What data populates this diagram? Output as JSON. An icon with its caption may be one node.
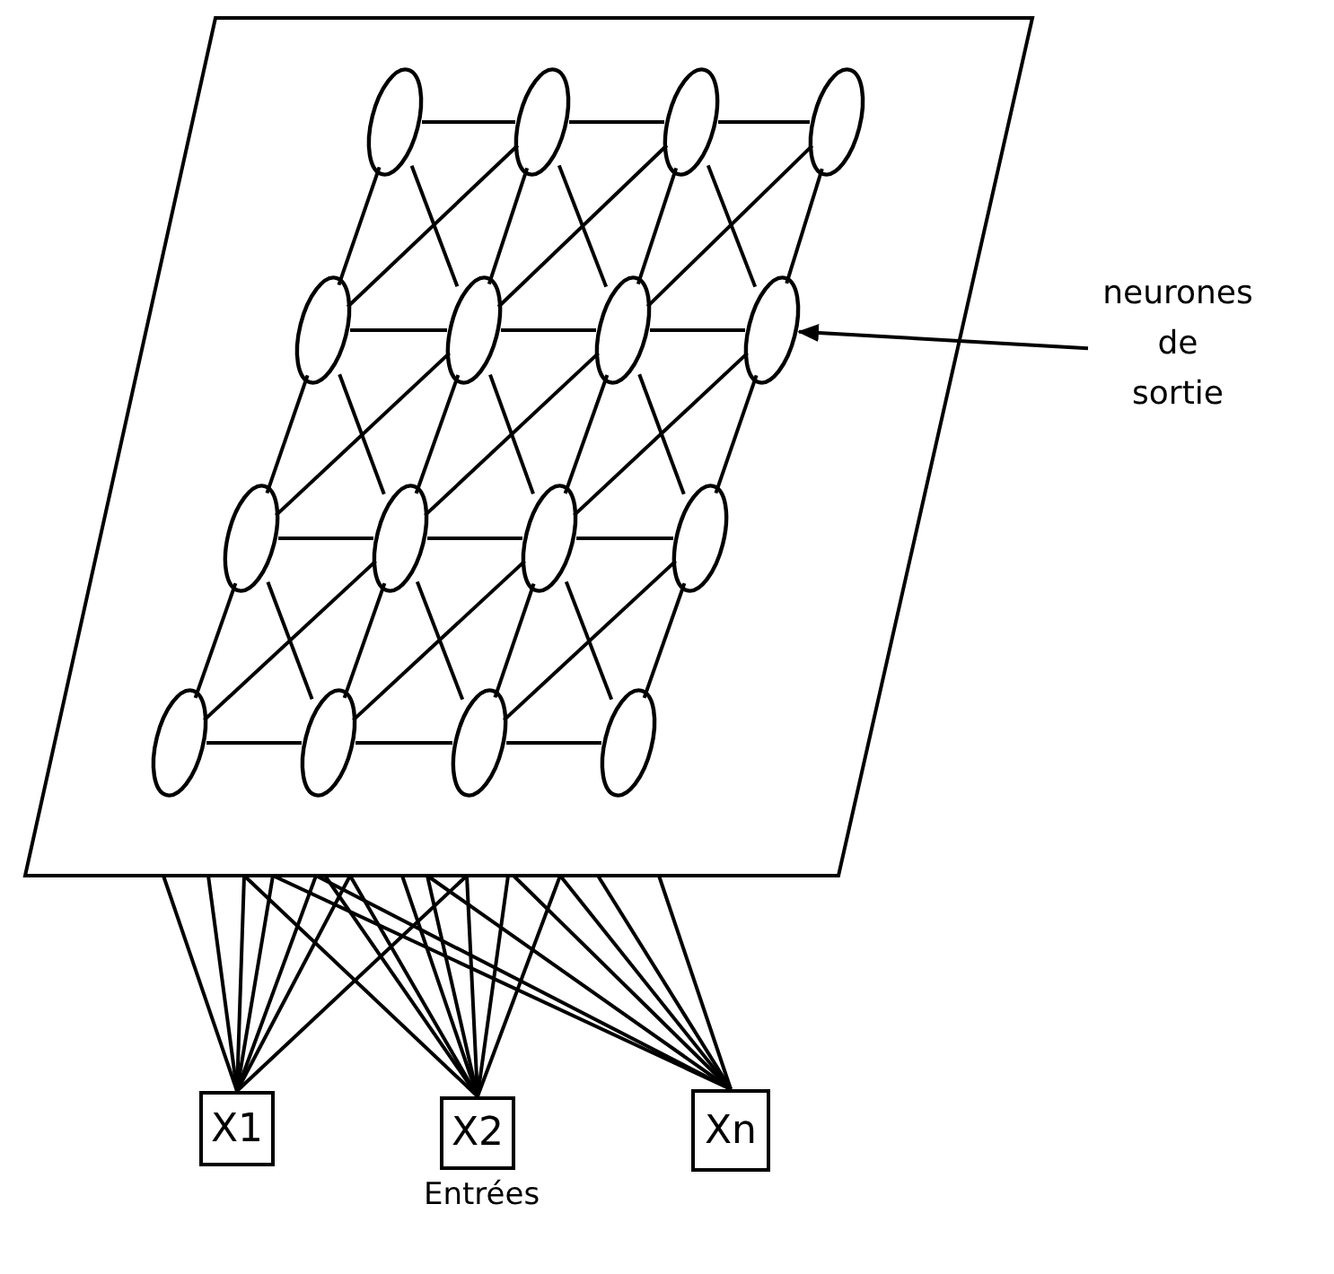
{
  "diagram": {
    "nodes": [
      {
        "text": [],
        "shape": "parallelogram"
      },
      {
        "text": [],
        "shape": "ellipse",
        "in": 0
      },
      {
        "text": [],
        "shape": "ellipse",
        "in": 0
      },
      {
        "text": [],
        "shape": "ellipse",
        "in": 0
      },
      {
        "text": [],
        "shape": "ellipse",
        "in": 0
      },
      {
        "text": [],
        "shape": "ellipse",
        "in": 0
      },
      {
        "text": [],
        "shape": "ellipse",
        "in": 0
      },
      {
        "text": [],
        "shape": "ellipse",
        "in": 0
      },
      {
        "text": [],
        "shape": "ellipse",
        "in": 0
      },
      {
        "text": [],
        "shape": "ellipse",
        "in": 0
      },
      {
        "text": [],
        "shape": "ellipse",
        "in": 0
      },
      {
        "text": [],
        "shape": "ellipse",
        "in": 0
      },
      {
        "text": [],
        "shape": "ellipse",
        "in": 0
      },
      {
        "text": [],
        "shape": "ellipse",
        "in": 0
      },
      {
        "text": [],
        "shape": "ellipse",
        "in": 0
      },
      {
        "text": [],
        "shape": "ellipse",
        "in": 0
      },
      {
        "text": [],
        "shape": "ellipse",
        "in": 0
      },
      {
        "text": [
          "neurones de sortie"
        ]
      },
      {
        "text": [
          "X1"
        ]
      },
      {
        "text": [
          "X2"
        ]
      },
      {
        "text": [
          "Xn"
        ]
      }
    ],
    "edges": [
      {
        "from": 1,
        "to": 2,
        "arrow": "none"
      },
      {
        "from": 2,
        "to": 3,
        "arrow": "none"
      },
      {
        "from": 3,
        "to": 4,
        "arrow": "none"
      },
      {
        "from": 5,
        "to": 6,
        "arrow": "none"
      },
      {
        "from": 6,
        "to": 7,
        "arrow": "none"
      },
      {
        "from": 7,
        "to": 8,
        "arrow": "none"
      },
      {
        "from": 9,
        "to": 10,
        "arrow": "none"
      },
      {
        "from": 10,
        "to": 11,
        "arrow": "none"
      },
      {
        "from": 11,
        "to": 12,
        "arrow": "none"
      },
      {
        "from": 13,
        "to": 14,
        "arrow": "none"
      },
      {
        "from": 14,
        "to": 15,
        "arrow": "none"
      },
      {
        "from": 15,
        "to": 16,
        "arrow": "none"
      },
      {
        "from": 1,
        "to": 5,
        "arrow": "none"
      },
      {
        "from": 2,
        "to": 6,
        "arrow": "none"
      },
      {
        "from": 3,
        "to": 7,
        "arrow": "none"
      },
      {
        "from": 4,
        "to": 8,
        "arrow": "none"
      },
      {
        "from": 1,
        "to": 6,
        "arrow": "none"
      },
      {
        "from": 2,
        "to": 7,
        "arrow": "none"
      },
      {
        "from": 3,
        "to": 8,
        "arrow": "none"
      },
      {
        "from": 5,
        "to": 2,
        "arrow": "none"
      },
      {
        "from": 6,
        "to": 3,
        "arrow": "none"
      },
      {
        "from": 7,
        "to": 4,
        "arrow": "none"
      },
      {
        "from": 5,
        "to": 9,
        "arrow": "none"
      },
      {
        "from": 6,
        "to": 10,
        "arrow": "none"
      },
      {
        "from": 7,
        "to": 11,
        "arrow": "none"
      },
      {
        "from": 8,
        "to": 12,
        "arrow": "none"
      },
      {
        "from": 5,
        "to": 10,
        "arrow": "none"
      },
      {
        "from": 6,
        "to": 11,
        "arrow": "none"
      },
      {
        "from": 7,
        "to": 12,
        "arrow": "none"
      },
      {
        "from": 9,
        "to": 6,
        "arrow": "none"
      },
      {
        "from": 10,
        "to": 7,
        "arrow": "none"
      },
      {
        "from": 11,
        "to": 8,
        "arrow": "none"
      },
      {
        "from": 9,
        "to": 13,
        "arrow": "none"
      },
      {
        "from": 10,
        "to": 14,
        "arrow": "none"
      },
      {
        "from": 11,
        "to": 15,
        "arrow": "none"
      },
      {
        "from": 12,
        "to": 16,
        "arrow": "none"
      },
      {
        "from": 9,
        "to": 14,
        "arrow": "none"
      },
      {
        "from": 10,
        "to": 15,
        "arrow": "none"
      },
      {
        "from": 11,
        "to": 16,
        "arrow": "none"
      },
      {
        "from": 13,
        "to": 10,
        "arrow": "none"
      },
      {
        "from": 14,
        "to": 11,
        "arrow": "none"
      },
      {
        "from": 15,
        "to": 12,
        "arrow": "none"
      },
      {
        "from": 17,
        "to": 8,
        "arrow": "to"
      },
      {
        "from": 18,
        "to": 0,
        "arrow": "none"
      },
      {
        "from": 18,
        "to": 0,
        "arrow": "none"
      },
      {
        "from": 18,
        "to": 0,
        "arrow": "none"
      },
      {
        "from": 18,
        "to": 0,
        "arrow": "none"
      },
      {
        "from": 18,
        "to": 0,
        "arrow": "none"
      },
      {
        "from": 18,
        "to": 0,
        "arrow": "none"
      },
      {
        "from": 18,
        "to": 0,
        "arrow": "none"
      },
      {
        "from": 19,
        "to": 0,
        "arrow": "none"
      },
      {
        "from": 19,
        "to": 0,
        "arrow": "none"
      },
      {
        "from": 19,
        "to": 0,
        "arrow": "none"
      },
      {
        "from": 19,
        "to": 0,
        "arrow": "none"
      },
      {
        "from": 19,
        "to": 0,
        "arrow": "none"
      },
      {
        "from": 19,
        "to": 0,
        "arrow": "none"
      },
      {
        "from": 19,
        "to": 0,
        "arrow": "none"
      },
      {
        "from": 19,
        "to": 0,
        "arrow": "none"
      },
      {
        "from": 20,
        "to": 0,
        "arrow": "none"
      },
      {
        "from": 20,
        "to": 0,
        "arrow": "none"
      },
      {
        "from": 20,
        "to": 0,
        "arrow": "none"
      },
      {
        "from": 20,
        "to": 0,
        "arrow": "none"
      },
      {
        "from": 20,
        "to": 0,
        "arrow": "none"
      },
      {
        "from": 20,
        "to": 0,
        "arrow": "none"
      },
      {
        "from": 20,
        "to": 0,
        "arrow": "none"
      }
    ],
    "labels": [
      "Entrées"
    ]
  }
}
